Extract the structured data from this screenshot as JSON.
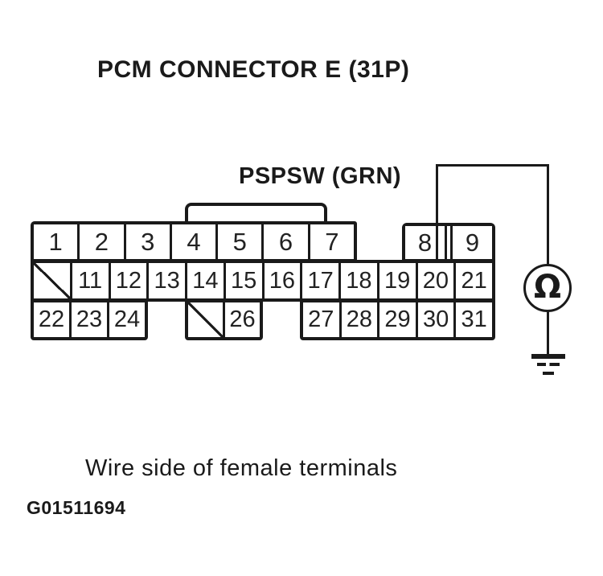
{
  "page": {
    "title": "PCM CONNECTOR E (31P)",
    "caption": "Wire side of female terminals",
    "figure_id": "G01511694"
  },
  "wire": {
    "label": "PSPSW (GRN)",
    "connects_to_terminal": "8"
  },
  "meter": {
    "symbol": "Ω"
  },
  "connector": {
    "row1_left": {
      "cells": [
        {
          "label": "1"
        },
        {
          "label": "2"
        },
        {
          "label": "3"
        },
        {
          "label": "4"
        },
        {
          "label": "5"
        },
        {
          "label": "6"
        },
        {
          "label": "7"
        }
      ]
    },
    "row1_right": {
      "cells": [
        {
          "label": "8"
        },
        {
          "label": "9"
        }
      ]
    },
    "row2": {
      "cells": [
        {
          "label": "",
          "slashed": true
        },
        {
          "label": "11"
        },
        {
          "label": "12"
        },
        {
          "label": "13"
        },
        {
          "label": "14"
        },
        {
          "label": "15"
        },
        {
          "label": "16"
        },
        {
          "label": "17"
        },
        {
          "label": "18"
        },
        {
          "label": "19"
        },
        {
          "label": "20"
        },
        {
          "label": "21"
        }
      ]
    },
    "row3_left": {
      "cells": [
        {
          "label": "22"
        },
        {
          "label": "23"
        },
        {
          "label": "24"
        }
      ]
    },
    "row3_mid": {
      "cells": [
        {
          "label": "",
          "slashed": true
        },
        {
          "label": "26"
        }
      ]
    },
    "row3_right": {
      "cells": [
        {
          "label": "27"
        },
        {
          "label": "28"
        },
        {
          "label": "29"
        },
        {
          "label": "30"
        },
        {
          "label": "31"
        }
      ]
    }
  },
  "colors": {
    "ink": "#1a1a1a",
    "background": "#ffffff"
  }
}
